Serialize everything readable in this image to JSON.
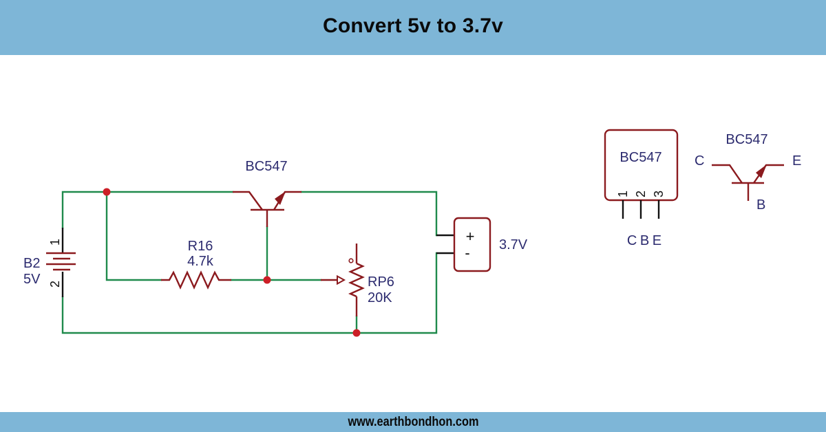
{
  "header": {
    "title": "Convert 5v to 3.7v"
  },
  "footer": {
    "website": "www.earthbondhon.com"
  },
  "colors": {
    "band": "#7eb6d7",
    "wire": "#1f8a4c",
    "component": "#8b1a1e",
    "junction": "#cc1f27",
    "label": "#2c2b6f"
  },
  "circuit": {
    "battery": {
      "ref": "B2",
      "value": "5V",
      "pin_top": "1",
      "pin_bottom": "2"
    },
    "transistor": {
      "part": "BC547"
    },
    "resistor": {
      "ref": "R16",
      "value": "4.7k"
    },
    "potentiometer": {
      "ref": "RP6",
      "value": "20K"
    },
    "output": {
      "plus": "+",
      "minus": "-",
      "voltage": "3.7V"
    }
  },
  "pinout": {
    "package": {
      "part": "BC547",
      "pins": [
        "1",
        "2",
        "3"
      ],
      "pin_names": "C B E"
    },
    "symbol": {
      "part": "BC547",
      "collector": "C",
      "emitter": "E",
      "base": "B"
    }
  }
}
